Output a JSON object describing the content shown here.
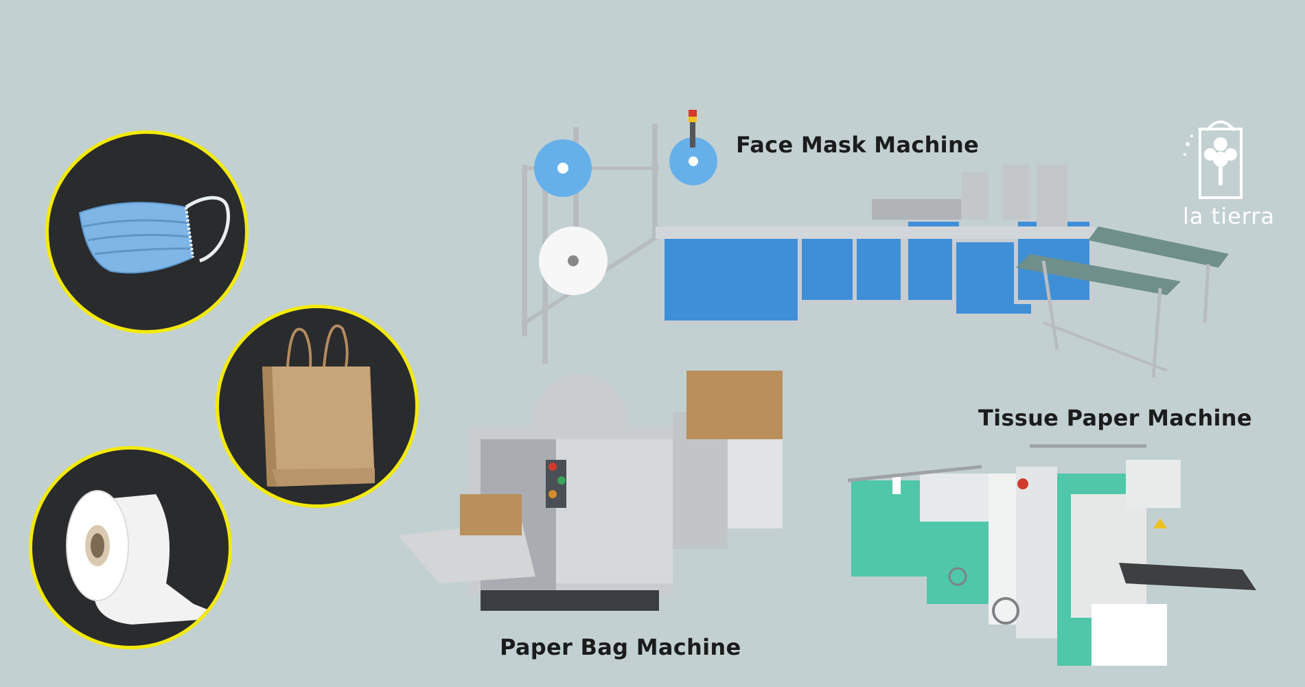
{
  "labels": {
    "face_mask_machine": "Face Mask Machine",
    "tissue_paper_machine": "Tissue Paper Machine",
    "paper_bag_machine": "Paper Bag Machine"
  },
  "brand": {
    "name": "la tierra"
  },
  "colors": {
    "background": "#c3d0d2",
    "circle_border": "#f3ea0b",
    "circle_fill": "#2a2b2d",
    "mask_blue": "#7fb6e6",
    "machine_blue": "#3f8fd6",
    "machine_green": "#4fc7a8",
    "kraft": "#c7a57a"
  },
  "products": [
    {
      "icon": "face-mask-icon"
    },
    {
      "icon": "paper-bag-icon"
    },
    {
      "icon": "toilet-roll-icon"
    }
  ]
}
